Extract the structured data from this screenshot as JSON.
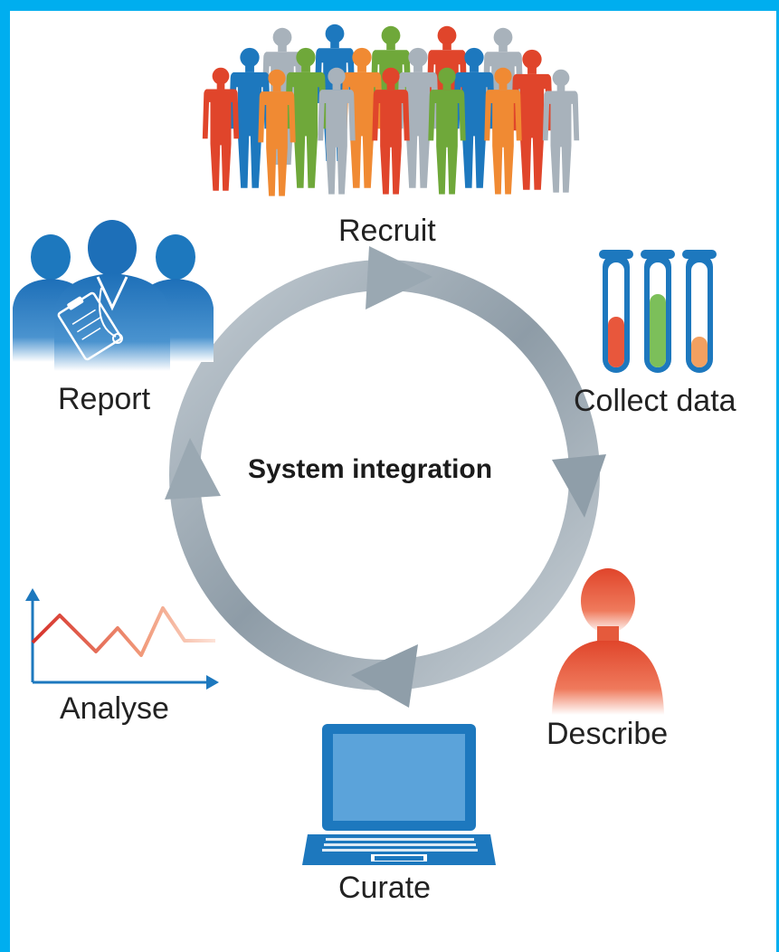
{
  "center": {
    "title": "System integration"
  },
  "stages": {
    "recruit": "Recruit",
    "collect": "Collect data",
    "describe": "Describe",
    "curate": "Curate",
    "analyse": "Analyse",
    "report": "Report"
  },
  "colors": {
    "frame": "#00aeef",
    "red": "#e0452b",
    "blue": "#1d78be",
    "green": "#6fa83a",
    "orange": "#f08a33",
    "grey": "#a8b2bb",
    "arrow": "#9aa8b2"
  },
  "icons": {
    "recruit": "crowd-of-people-icon",
    "collect": "test-tubes-icon",
    "describe": "person-silhouette-icon",
    "curate": "laptop-icon",
    "analyse": "line-graph-icon",
    "report": "clinicians-icon"
  }
}
